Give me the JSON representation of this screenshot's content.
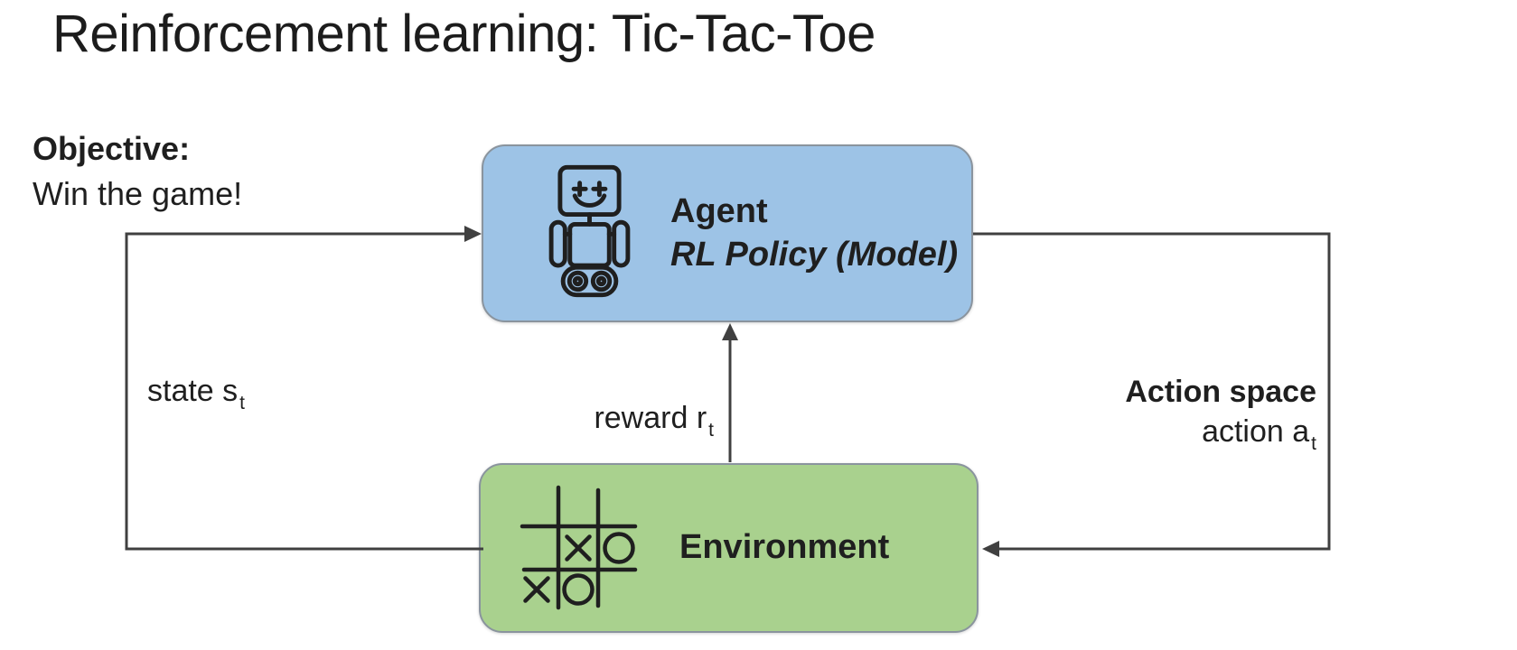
{
  "slide": {
    "title": "Reinforcement learning: Tic-Tac-Toe",
    "objective_heading": "Objective:",
    "objective_text": "Win the game!"
  },
  "agent": {
    "title": "Agent",
    "subtitle": "RL Policy (Model)",
    "icon": "robot-icon"
  },
  "environment": {
    "title": "Environment",
    "icon": "tic-tac-toe-icon",
    "board": [
      [
        "",
        "",
        ""
      ],
      [
        "",
        "X",
        "O"
      ],
      [
        "X",
        "O",
        ""
      ]
    ]
  },
  "edges": {
    "state": {
      "from": "environment",
      "to": "agent",
      "label": "state s",
      "sub": "t"
    },
    "reward": {
      "from": "environment",
      "to": "agent",
      "label": "reward r",
      "sub": "t"
    },
    "action": {
      "from": "agent",
      "to": "environment",
      "heading": "Action space",
      "label": "action a",
      "sub": "t"
    }
  },
  "colors": {
    "agent_fill": "#9dc3e6",
    "environment_fill": "#a9d18e",
    "box_border": "#8a949e",
    "arrow": "#404040",
    "text": "#1f1f1f",
    "background": "#ffffff"
  }
}
